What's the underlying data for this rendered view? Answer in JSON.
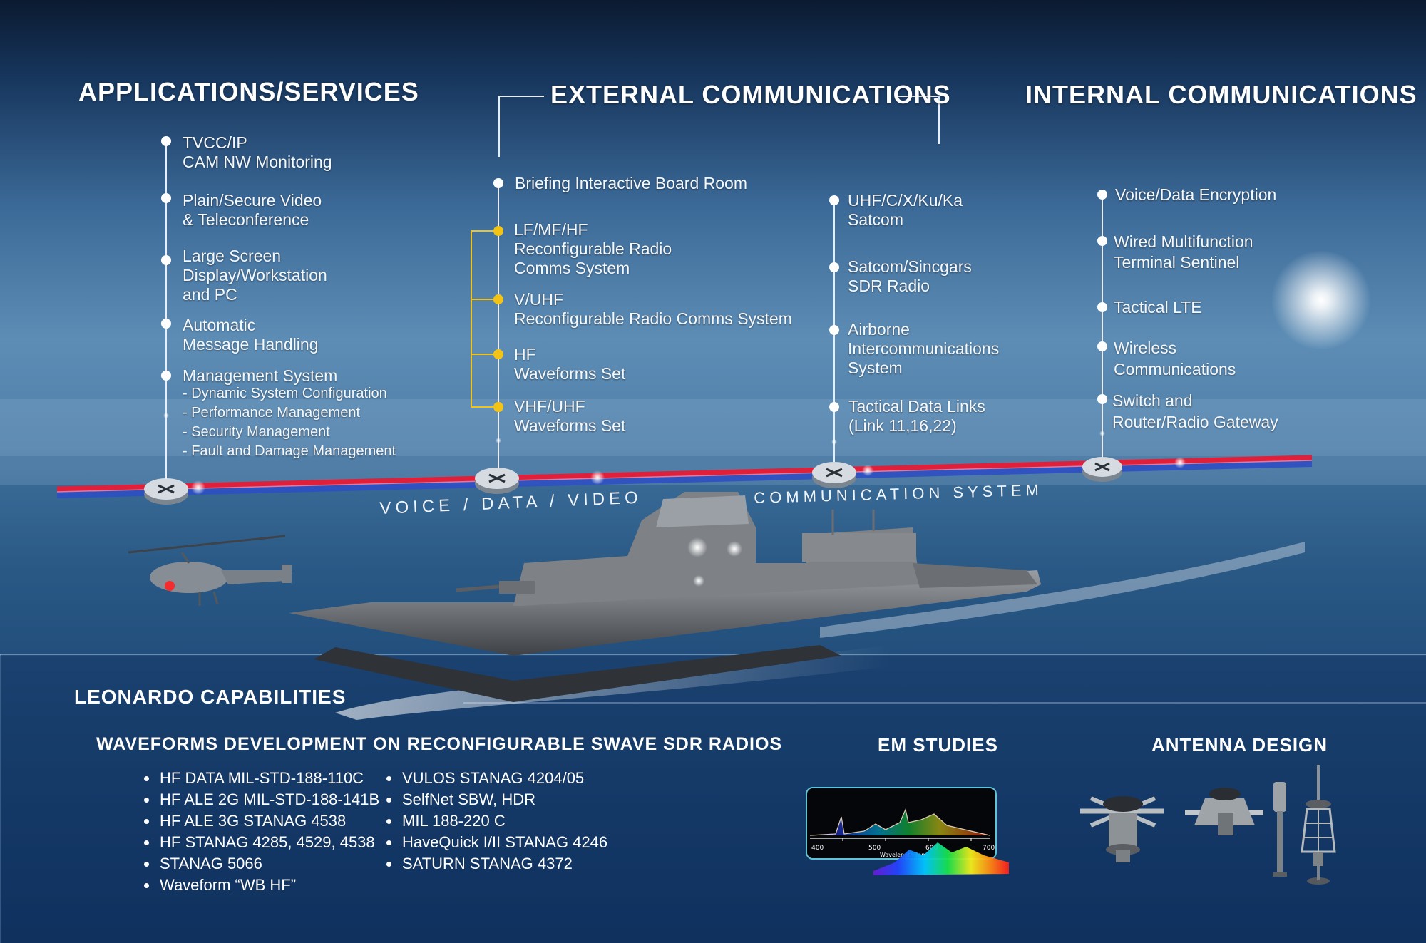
{
  "applications": {
    "title": "APPLICATIONS/SERVICES",
    "items": [
      {
        "lines": [
          "TVCC/IP",
          "CAM NW Monitoring"
        ]
      },
      {
        "lines": [
          "Plain/Secure  Video",
          "& Teleconference"
        ]
      },
      {
        "lines": [
          "Large Screen",
          "Display/Workstation",
          "and PC"
        ]
      },
      {
        "lines": [
          "Automatic",
          "Message  Handling"
        ]
      },
      {
        "lines": [
          "Management System"
        ]
      }
    ],
    "management_sub": [
      "- Dynamic System Configuration",
      "- Performance Management",
      "- Security Management",
      "- Fault and Damage Management"
    ]
  },
  "external": {
    "title": "EXTERNAL COMMUNICATIONS",
    "items": [
      {
        "lines": [
          "Briefing Interactive Board Room"
        ]
      },
      {
        "lines": [
          "LF/MF/HF",
          "Reconfigurable Radio",
          "Comms System"
        ]
      },
      {
        "lines": [
          "V/UHF",
          "Reconfigurable Radio Comms System"
        ]
      },
      {
        "lines": [
          "HF",
          "Waveforms Set"
        ]
      },
      {
        "lines": [
          "VHF/UHF",
          "Waveforms Set"
        ]
      },
      {
        "lines": [
          "UHF/C/X/Ku/Ka",
          "Satcom"
        ]
      },
      {
        "lines": [
          "Satcom/Sincgars",
          "SDR Radio"
        ]
      },
      {
        "lines": [
          "Airborne",
          "Intercommunications",
          "System"
        ]
      },
      {
        "lines": [
          "Tactical Data Links",
          "(Link 11,16,22)"
        ]
      }
    ]
  },
  "internal": {
    "title": "INTERNAL COMMUNICATIONS",
    "items": [
      {
        "lines": [
          "Voice/Data Encryption"
        ]
      },
      {
        "lines": [
          "Wired Multifunction",
          "Terminal Sentinel"
        ]
      },
      {
        "lines": [
          "Tactical LTE"
        ]
      },
      {
        "lines": [
          "Wireless",
          "Communications"
        ]
      },
      {
        "lines": [
          "Switch and",
          "Router/Radio Gateway"
        ]
      }
    ]
  },
  "band": {
    "left_label": "VOICE / DATA / VIDEO",
    "right_label": "COMMUNICATION   SYSTEM"
  },
  "capabilities": {
    "title": "LEONARDO  CAPABILITIES",
    "waveforms_title": "WAVEFORMS DEVELOPMENT ON RECONFIGURABLE SWAVE SDR RADIOS",
    "list_left": [
      "HF DATA MIL-STD-188-110C",
      "HF ALE 2G MIL-STD-188-141B",
      "HF ALE 3G STANAG 4538",
      "HF STANAG 4285, 4529, 4538",
      "STANAG 5066",
      "Waveform “WB HF”"
    ],
    "list_right": [
      "VULOS STANAG 4204/05",
      "SelfNet SBW, HDR",
      "MIL 188-220 C",
      "HaveQuick I/II STANAG 4246",
      "SATURN STANAG 4372"
    ],
    "em_title": "EM STUDIES",
    "antenna_title": "ANTENNA DESIGN"
  },
  "spectrum": {
    "ticks": [
      "400",
      "500",
      "600",
      "700"
    ],
    "xlabel": "Wavelength (nm)"
  },
  "colors": {
    "accent_yellow": "#f3c316",
    "band_red": "#e0203a",
    "band_blue": "#2d4fc4",
    "dot_white": "#ffffff"
  }
}
